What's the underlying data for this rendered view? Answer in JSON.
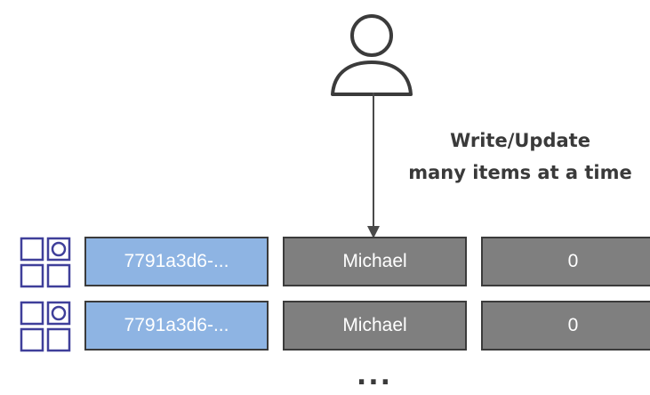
{
  "caption": {
    "line1": "Write/Update",
    "line2": "many items at a time"
  },
  "rows": [
    {
      "id": "7791a3d6-...",
      "name": "Michael",
      "value": "0"
    },
    {
      "id": "7791a3d6-...",
      "name": "Michael",
      "value": "0"
    }
  ],
  "ellipsis": "...",
  "icons": {
    "user": "user-icon",
    "item": "table-item-icon"
  },
  "colors": {
    "id_cell": "#8eb4e3",
    "attr_cell": "#7f7f7f",
    "icon_stroke": "#3f3f9a",
    "outline": "#3b3b3b",
    "text_dark": "#3a3a3a"
  }
}
